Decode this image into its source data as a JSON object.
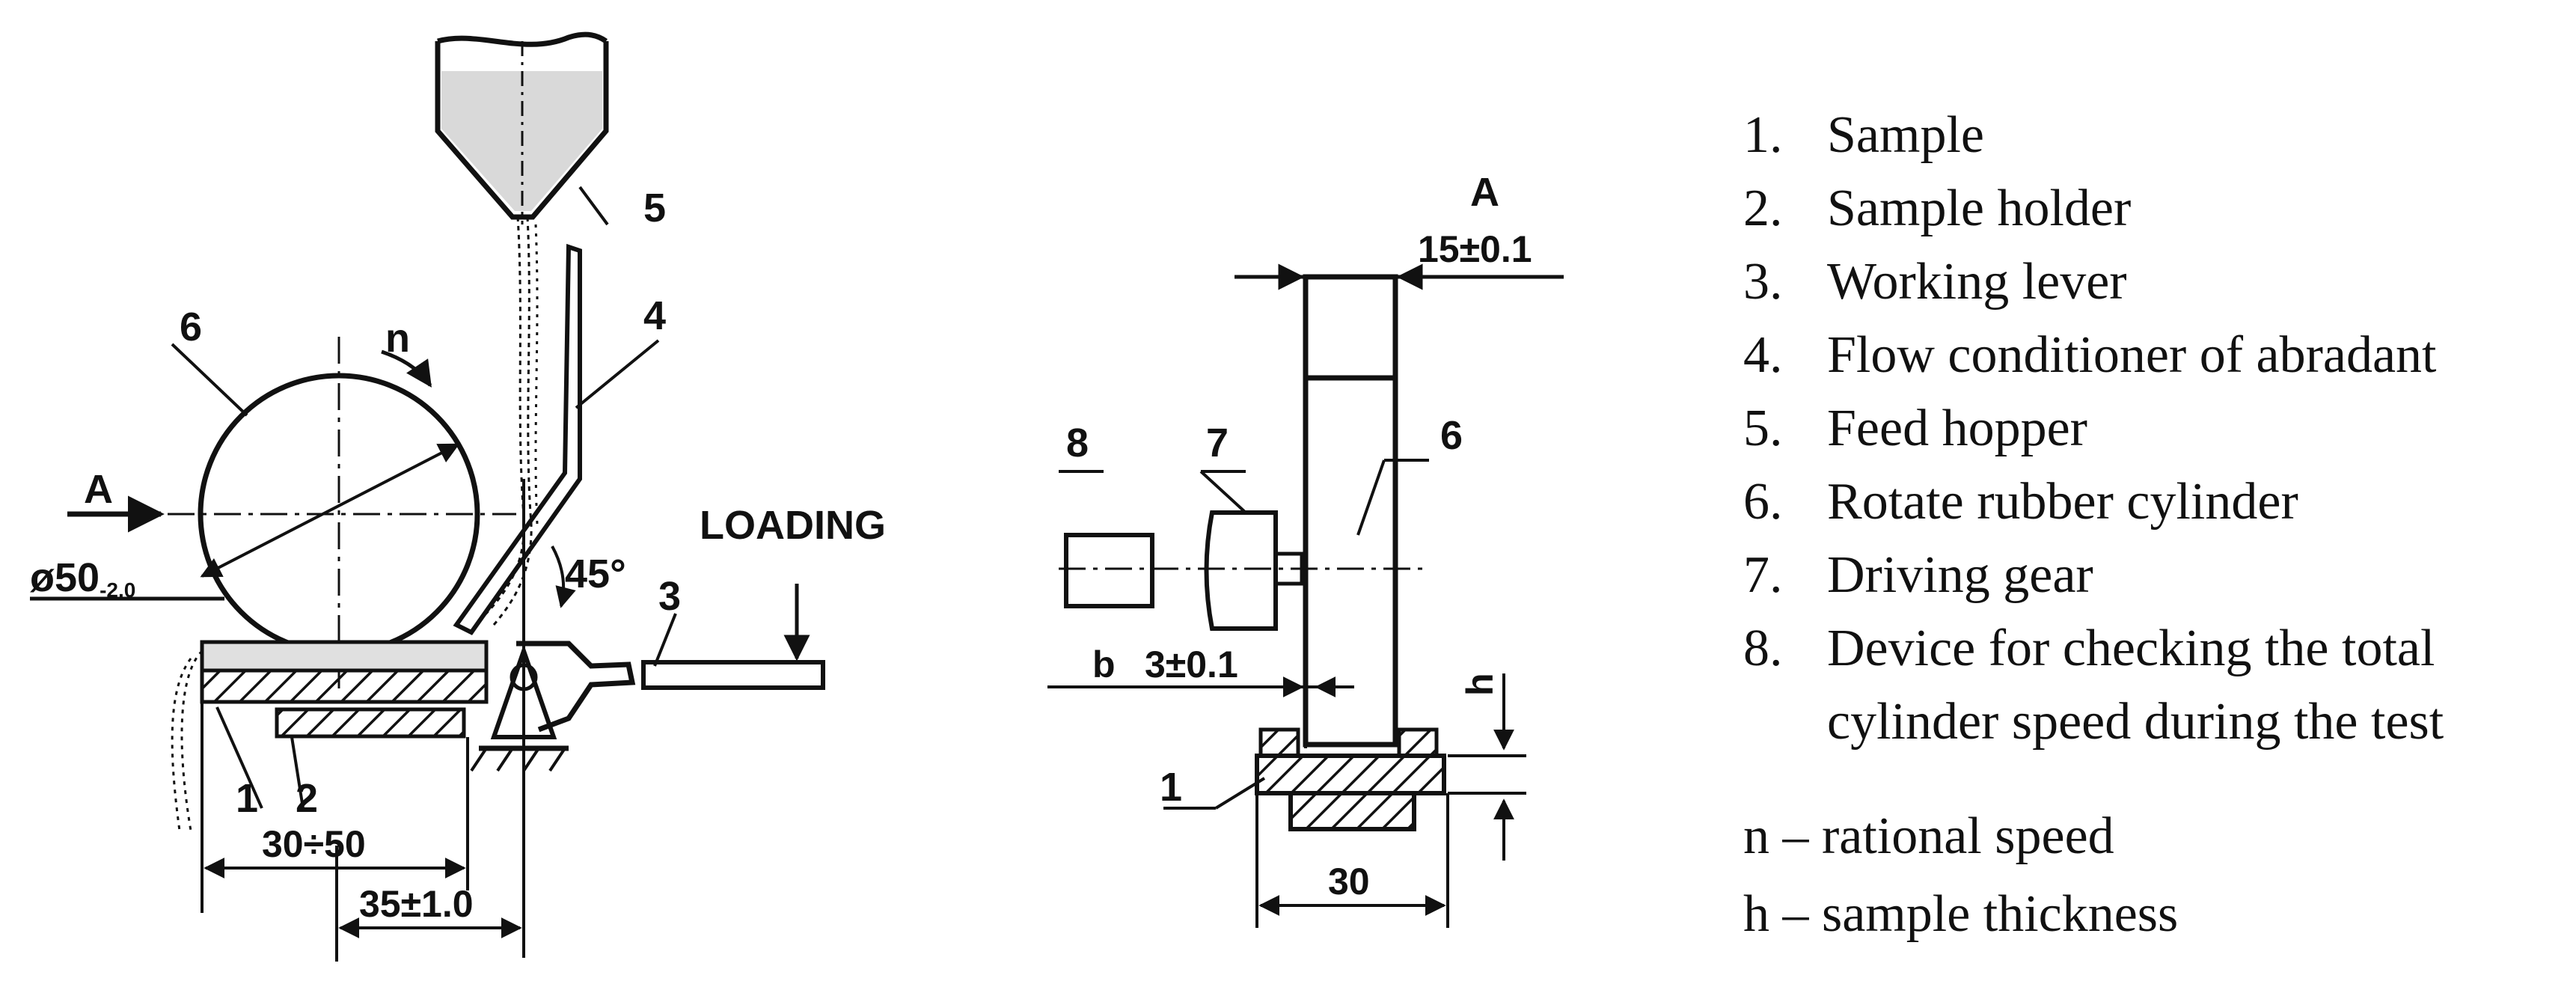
{
  "diagram_a": {
    "part_labels": [
      "1",
      "2",
      "3",
      "4",
      "5",
      "6"
    ],
    "rotation_label": "n",
    "section_label": "A",
    "diameter_label": "ø50",
    "diameter_tolerance": "-2.0",
    "angle_label": "45°",
    "loading_label": "LOADING",
    "dim_width": "30÷50",
    "dim_offset": "35±1.0"
  },
  "diagram_b": {
    "section_title": "A",
    "dim_top": "15±0.1",
    "part_labels": [
      "6",
      "7",
      "8",
      "1"
    ],
    "b_label": "b",
    "dim_gap": "3±0.1",
    "h_label": "h",
    "dim_bottom": "30"
  },
  "legend": {
    "items": [
      {
        "num": "1.",
        "text": "Sample"
      },
      {
        "num": "2.",
        "text": "Sample holder"
      },
      {
        "num": "3.",
        "text": "Working lever"
      },
      {
        "num": "4.",
        "text": "Flow conditioner of abradant"
      },
      {
        "num": "5.",
        "text": "Feed hopper"
      },
      {
        "num": "6.",
        "text": "Rotate rubber cylinder"
      },
      {
        "num": "7.",
        "text": "Driving gear"
      },
      {
        "num": "8.",
        "text": "Device for checking the total cylinder speed during the test"
      }
    ],
    "notes": [
      "n – rational speed",
      "h – sample thickness"
    ]
  }
}
